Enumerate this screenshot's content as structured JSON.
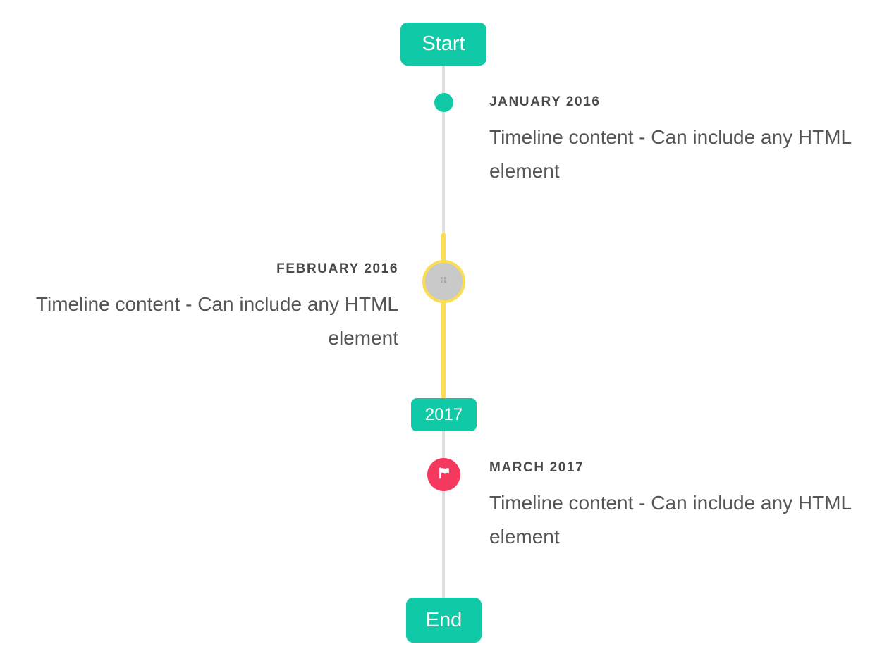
{
  "timeline": {
    "badges": {
      "start": "Start",
      "year": "2017",
      "end": "End"
    },
    "entries": [
      {
        "title": "JANUARY 2016",
        "content": "Timeline content - Can include any HTML element",
        "side": "right",
        "marker": "teal-dot"
      },
      {
        "title": "FEBRUARY 2016",
        "content": "Timeline content - Can include any HTML element",
        "side": "left",
        "marker": "image-circle-highlighted"
      },
      {
        "title": "MARCH 2017",
        "content": "Timeline content - Can include any HTML element",
        "side": "right",
        "marker": "flag-circle"
      }
    ],
    "colors": {
      "accent_teal": "#10c9a6",
      "highlight_yellow": "#fbdc55",
      "flag_red": "#f5385d",
      "line_gray": "#dcdcdc",
      "image_circle_gray": "#c9c9c9",
      "title_text": "#4a4a4a",
      "content_text": "#555555"
    }
  }
}
